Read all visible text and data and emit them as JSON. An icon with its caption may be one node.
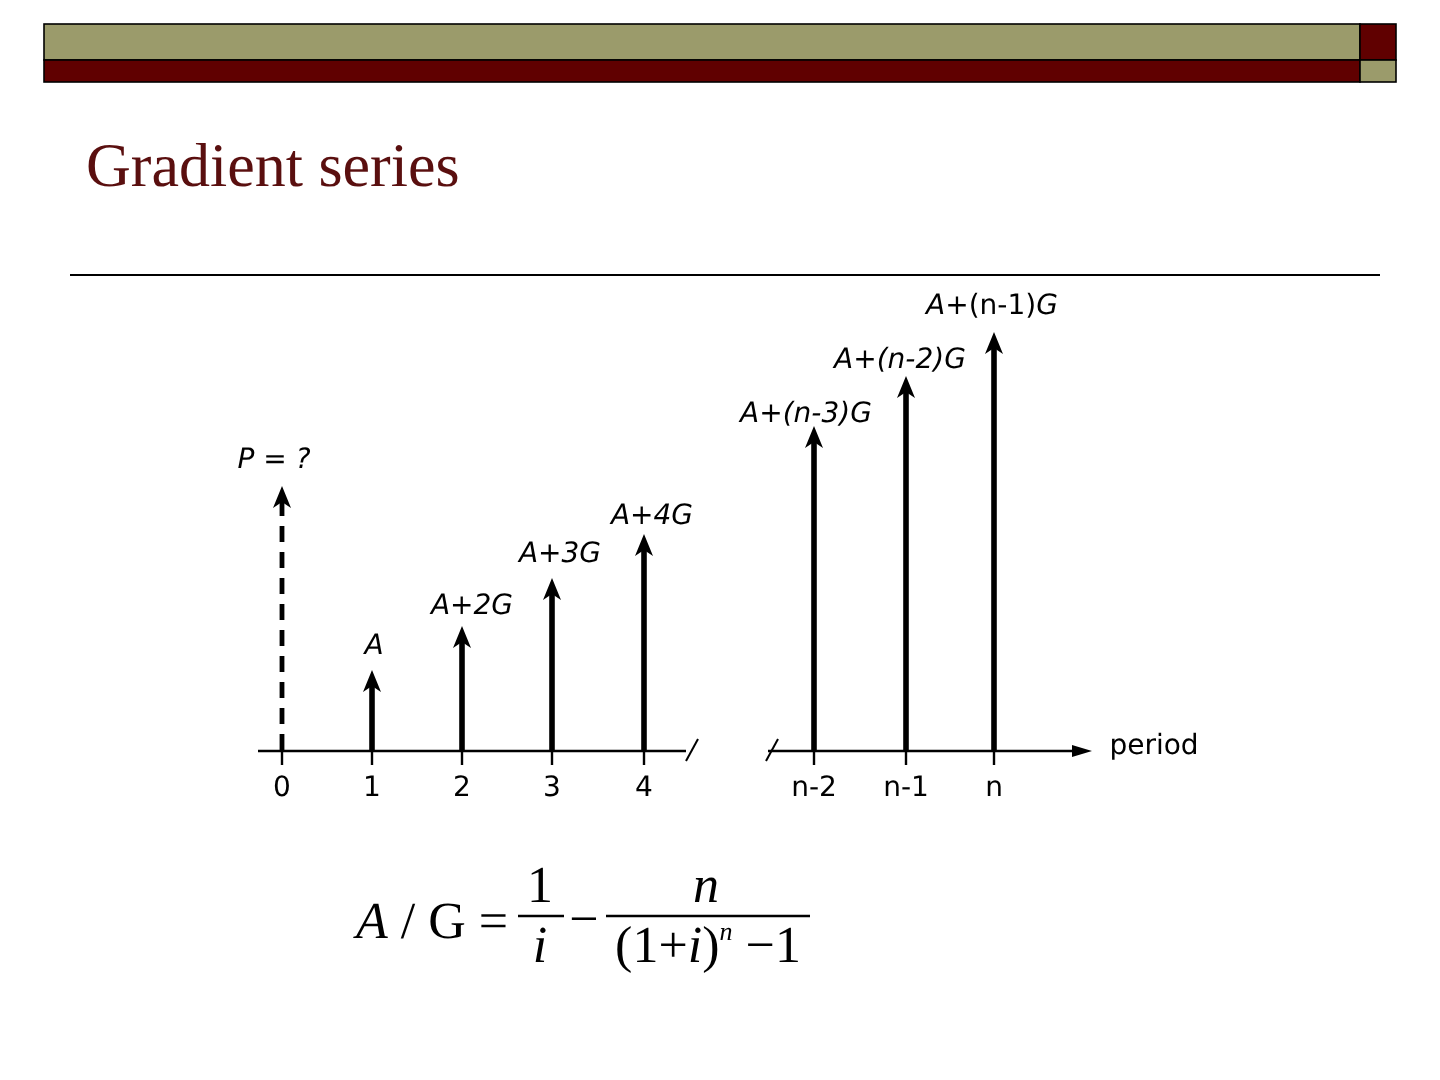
{
  "diagram": {
    "title": "Gradient series",
    "labels": [
      "*A+*(n-1)*G*",
      "A+(n-2)G",
      "A+(n-3)G",
      "P = ?",
      "A+4G",
      "A+3G",
      "A+2G",
      "A",
      "period",
      "0",
      "1",
      "2",
      "3",
      "4",
      "n-2",
      "n-1",
      "n",
      "*A* / G =",
      "1",
      "i",
      "−",
      "n",
      "(1+*i*)$^{n}$ −1"
    ]
  }
}
